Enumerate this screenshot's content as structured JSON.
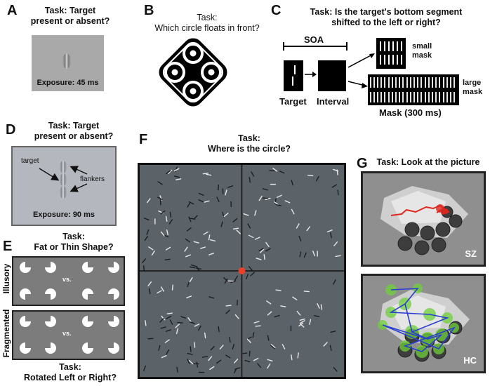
{
  "panels": {
    "A": {
      "label": "A",
      "task_line1": "Task: Target",
      "task_line2": "present or absent?",
      "exposure": "Exposure: 45 ms"
    },
    "B": {
      "label": "B",
      "task_line1": "Task:",
      "task_line2": "Which circle floats in front?"
    },
    "C": {
      "label": "C",
      "task_line1": "Task: Is the target's bottom segment",
      "task_line2": "shifted to the left or right?",
      "soa": "SOA",
      "target": "Target",
      "interval": "Interval",
      "mask": "Mask (300 ms)",
      "small_mask_1": "small",
      "small_mask_2": "mask",
      "large_mask_1": "large",
      "large_mask_2": "mask"
    },
    "D": {
      "label": "D",
      "task_line1": "Task: Target",
      "task_line2": "present or absent?",
      "target": "target",
      "flankers": "flankers",
      "exposure": "Exposure: 90 ms"
    },
    "E": {
      "label": "E",
      "task_line1": "Task:",
      "task_line2": "Fat or Thin Shape?",
      "vs_top": "vs.",
      "vs_bottom": "vs.",
      "illusory": "Illusory",
      "fragmented": "Fragmented",
      "task_bottom_1": "Task:",
      "task_bottom_2": "Rotated Left or Right?"
    },
    "F": {
      "label": "F",
      "task_line1": "Task:",
      "task_line2": "Where is the circle?",
      "fixation_color": "#e8402a"
    },
    "G": {
      "label": "G",
      "task_line1": "Task: Look at the picture",
      "sz": "SZ",
      "hc": "HC",
      "scan_red": "#e0261f",
      "scan_blue": "#2a3fd0",
      "fix_green": "#6fcf3a"
    }
  }
}
